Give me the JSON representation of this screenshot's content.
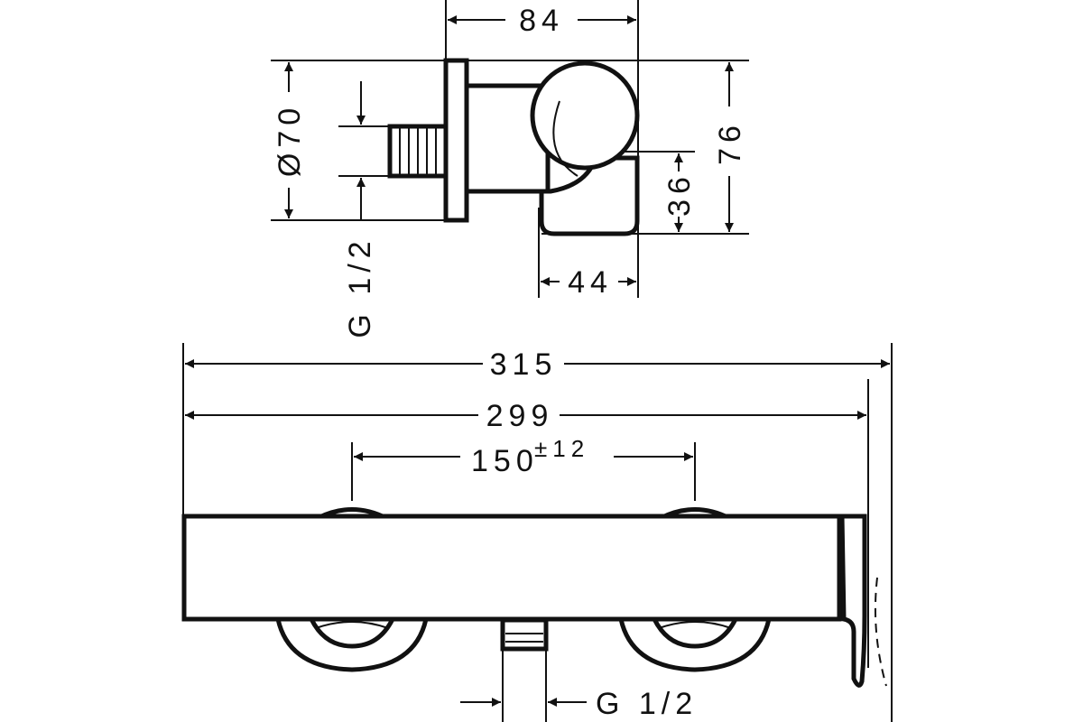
{
  "side_view": {
    "width_dim": "84",
    "diameter_dim": "Ø70",
    "height_dim": "76",
    "outlet_height_dim": "36",
    "depth_dim": "44",
    "thread_label": "G 1/2"
  },
  "front_view": {
    "overall_width_dim": "315",
    "body_width_dim": "299",
    "center_distance_dim": "150",
    "center_distance_tolerance": "±12",
    "thread_label": "G 1/2"
  },
  "colors": {
    "line": "#111111",
    "background": "#ffffff"
  }
}
